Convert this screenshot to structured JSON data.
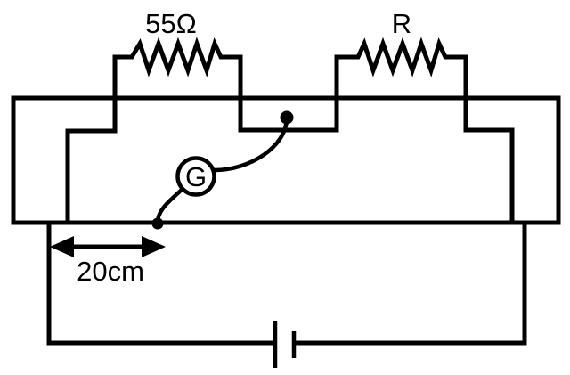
{
  "diagram": {
    "kind": "meter-bridge-circuit",
    "colors": {
      "ink": "#000000",
      "background": "#ffffff"
    },
    "labels": {
      "left_resistor": "55Ω",
      "right_resistor": "R",
      "galvanometer": "G",
      "length_marker": "20cm"
    }
  }
}
